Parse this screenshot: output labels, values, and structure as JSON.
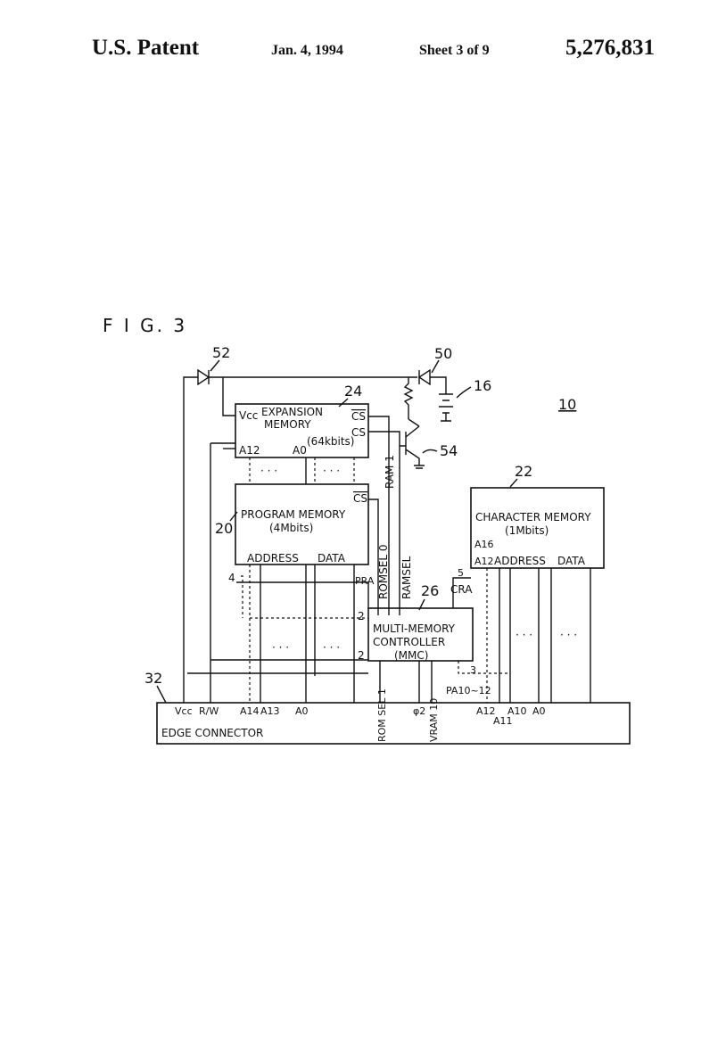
{
  "header": {
    "patent_label": "U.S. Patent",
    "date": "Jan. 4, 1994",
    "sheet": "Sheet 3 of 9",
    "patent_number": "5,276,831"
  },
  "figure": {
    "label": "F I G. 3",
    "ref_10": "10",
    "ref_16": "16",
    "ref_20": "20",
    "ref_22": "22",
    "ref_24": "24",
    "ref_26": "26",
    "ref_32": "32",
    "ref_50": "50",
    "ref_52": "52",
    "ref_54": "54"
  },
  "expansion_memory": {
    "vcc": "Vcc",
    "line1": "EXPANSION",
    "line2": "MEMORY",
    "size": "(64kbits)",
    "cs_bar": "CS",
    "cs": "CS",
    "a12": "A12",
    "a0": "A0",
    "dots": "· · ·"
  },
  "program_memory": {
    "line1": "PROGRAM  MEMORY",
    "size": "(4Mbits)",
    "cs_bar": "CS",
    "address": "ADDRESS",
    "data": "DATA",
    "pra": "PRA",
    "bus_4": "4"
  },
  "character_memory": {
    "line1": "CHARACTER MEMORY",
    "size": "(1Mbits)",
    "a16": "A16",
    "a12": "A12",
    "address": "ADDRESS",
    "data": "DATA",
    "bus_5": "5",
    "cra": "CRA"
  },
  "mmc": {
    "line1": "MULTI-MEMORY",
    "line2": "CONTROLLER",
    "line3": "(MMC)",
    "bus_2a": "2",
    "bus_2b": "2",
    "bus_3": "3",
    "pa": "PA10~12"
  },
  "signals": {
    "ram1": "RAM 1",
    "romsel0": "ROMSEL 0",
    "ramsel": "RAMSEL",
    "dots_left": "· · ·",
    "dots_mid": "· · ·",
    "dots_right1": "· · ·",
    "dots_right2": "· · ·"
  },
  "edge_connector": {
    "title": "EDGE  CONNECTOR",
    "vcc": "Vcc",
    "rw": "R/W",
    "a14": "A14",
    "a13": "A13",
    "a0": "A0",
    "romsel1": "ROM SEL 1",
    "phi2": "φ2",
    "vram10": "VRAM 10",
    "a12": "A12",
    "a11": "A11",
    "a10": "A10",
    "a0b": "A0"
  }
}
